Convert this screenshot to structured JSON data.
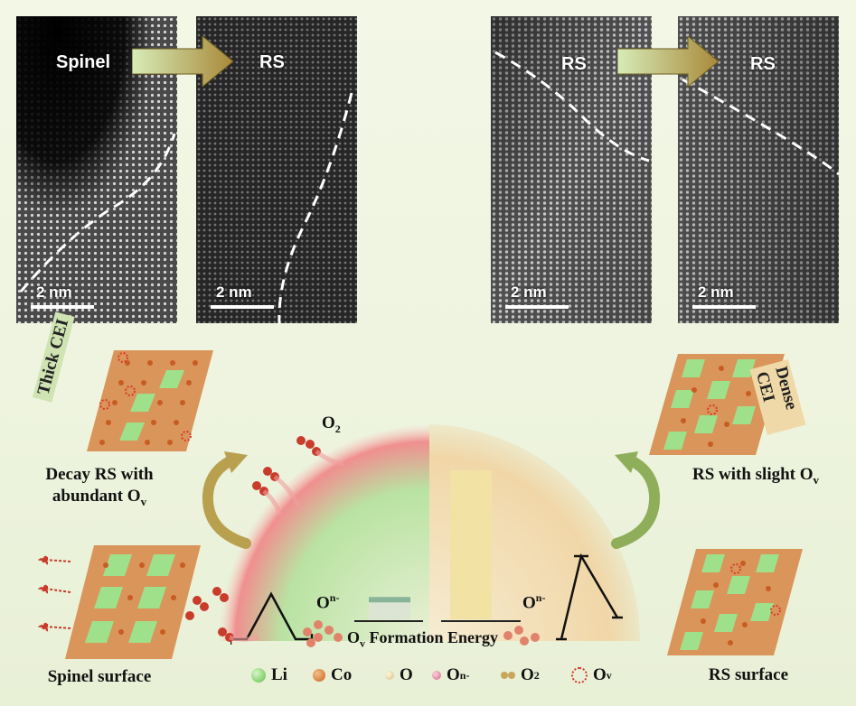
{
  "panels": [
    {
      "label": "Spinel",
      "scale": "2 nm"
    },
    {
      "label": "RS",
      "scale": "2 nm"
    },
    {
      "label": "RS",
      "scale": "2 nm"
    },
    {
      "label": "RS",
      "scale": "2 nm"
    }
  ],
  "left": {
    "cei_tag": "Thick CEI",
    "top_label_line1": "Decay RS with",
    "top_label_line2": "abundant O",
    "top_label_sub": "v",
    "bottom_label": "Spinel surface"
  },
  "right": {
    "cei_tag": "Dense CEI",
    "top_label": "RS with slight O",
    "top_label_sub": "v",
    "bottom_label": "RS surface"
  },
  "center": {
    "o2_label": "O",
    "o2_sub": "2",
    "on_label": "O",
    "on_sup": "n-",
    "fe_prefix": "O",
    "fe_sub": "v",
    "fe_text": " Formation Energy",
    "bar_low": 0.15,
    "bar_high": 1.0
  },
  "legend": {
    "li": "Li",
    "co": "Co",
    "o": "O",
    "on": "O",
    "on_sup": "n-",
    "o2": "O",
    "o2_sub": "2",
    "ov": "O",
    "ov_sub": "v"
  },
  "colors": {
    "li": "#7dd36a",
    "co": "#d9802e",
    "o": "#ead9b0",
    "on": "#e07fa0",
    "ov": "#d9382a",
    "green_tile": "#9fe08a",
    "orange_tile": "#d9955a",
    "arrow": "#b9a04e"
  }
}
